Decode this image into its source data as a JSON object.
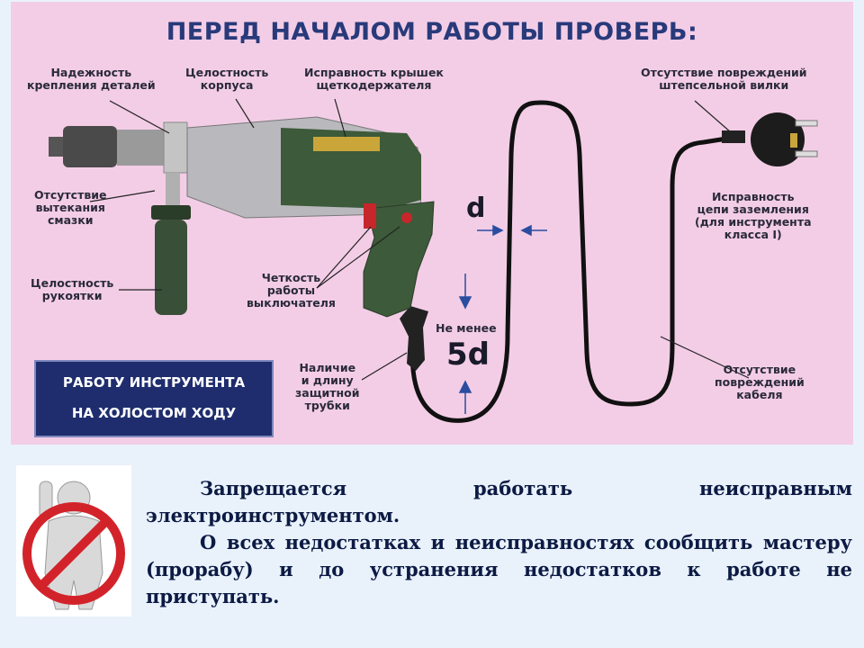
{
  "title": "ПЕРЕД НАЧАЛОМ РАБОТЫ ПРОВЕРЬ:",
  "labels": {
    "details": "Надежность\nкрепления деталей",
    "body": "Целостность\nкорпуса",
    "covers": "Исправность крышек\nщеткодержателя",
    "plug": "Отсутствие повреждений\nштепсельной вилки",
    "lube": "Отсутствие\nвытекания\nсмазки",
    "handle": "Целостность\nрукоятки",
    "switch": "Четкость\nработы\nвыключателя",
    "grounding": "Исправность\nцепи заземления\n(для инструмента\nкласса I)",
    "tube": "Наличие\nи длину\nзащитной\nтрубки",
    "cable": "Отсутствие\nповреждений\nкабеля",
    "not_less": "Не менее"
  },
  "dims": {
    "d": "d",
    "five_d": "5d"
  },
  "box": {
    "line1": "РАБОТУ ИНСТРУМЕНТА",
    "line2": "НА ХОЛОСТОМ ХОДУ"
  },
  "warning": {
    "p1": "Запрещается работать неисправным электроинструментом.",
    "p2": "О всех недостатках и неисправностях сообщить мастеру (прорабу) и до устранения недостатков к работе не приступать."
  },
  "colors": {
    "poster_bg": "#f3cde6",
    "page_bg": "#e9f2fb",
    "title": "#283a7a",
    "box": "#1f2d6e",
    "drill_green": "#3d5a3a",
    "prohibit_red": "#d3232a"
  },
  "icons": [
    "drill-illustration",
    "plug-icon",
    "prohibition-icon"
  ]
}
